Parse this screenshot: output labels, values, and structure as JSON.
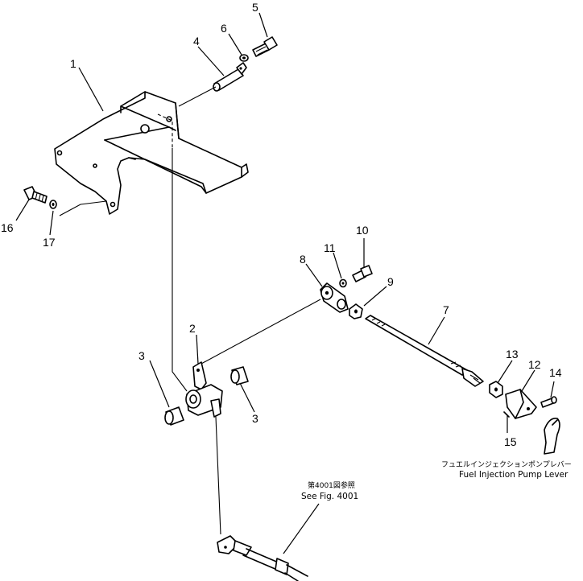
{
  "callouts": {
    "c1": "1",
    "c2": "2",
    "c3a": "3",
    "c3b": "3",
    "c4": "4",
    "c5": "5",
    "c6": "6",
    "c7": "7",
    "c8": "8",
    "c9": "9",
    "c10": "10",
    "c11": "11",
    "c12": "12",
    "c13": "13",
    "c14": "14",
    "c15": "15",
    "c16": "16",
    "c17": "17"
  },
  "notes": {
    "fig_ref_jp": "第4001図参照",
    "fig_ref_en": "See Fig. 4001",
    "pump_lever_jp": "フュエルインジェクションポンプレバー",
    "pump_lever_en": "Fuel Injection Pump Lever"
  }
}
